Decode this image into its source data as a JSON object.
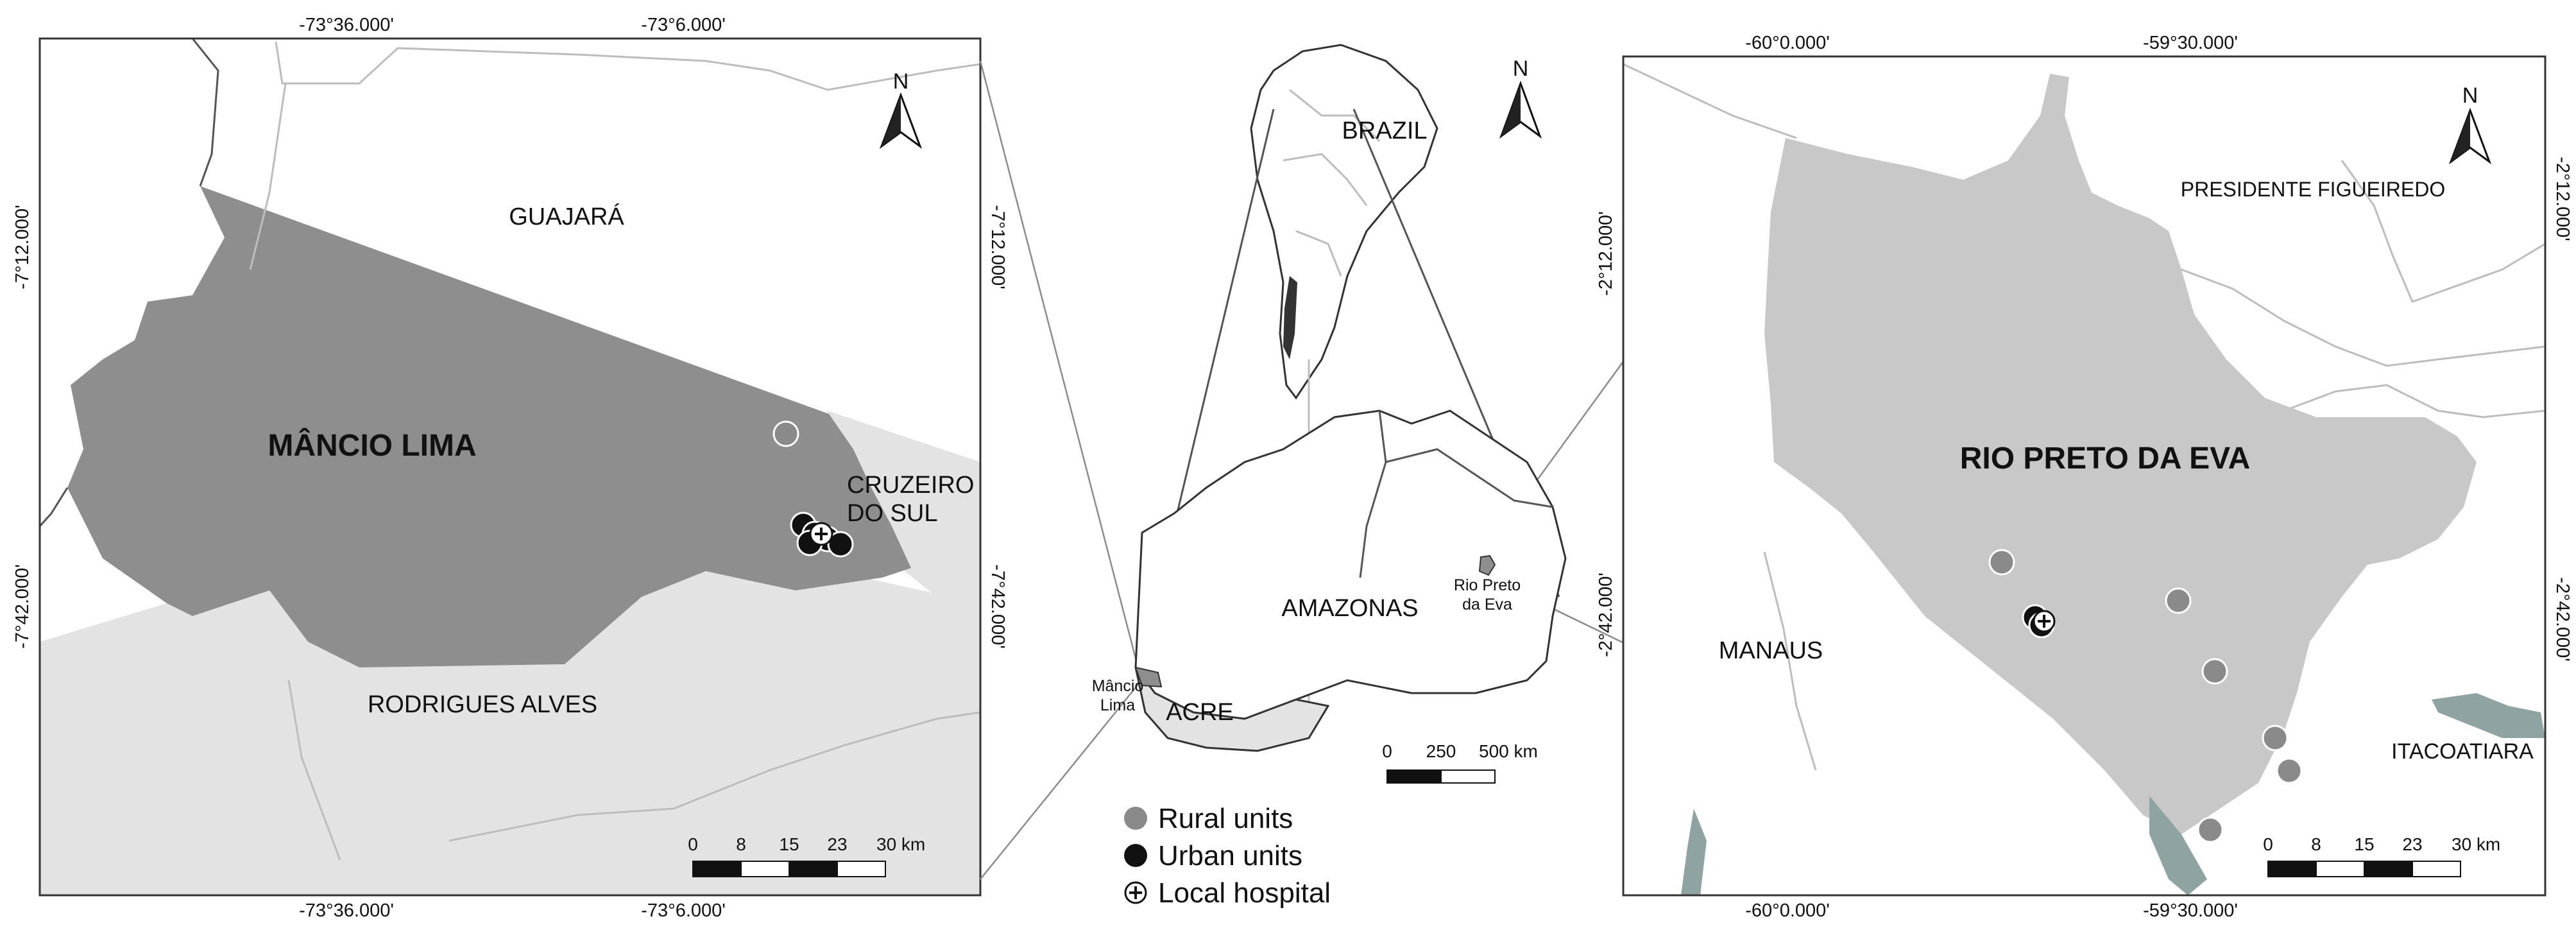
{
  "colors": {
    "municipality_fill": "#8e8e8e",
    "neighbor_fill": "#e3e3e3",
    "region_fill": "#c8c8c8",
    "rural_unit": "#8a8a8a",
    "urban_unit": "#111111",
    "hospital_fill": "#ffffff"
  },
  "left_map": {
    "coords_top": [
      "-73°36.000'",
      "-73°6.000'"
    ],
    "coords_bottom": [
      "-73°36.000'",
      "-73°6.000'"
    ],
    "coords_left": [
      "-7°12.000'",
      "-7°42.000'"
    ],
    "coords_right": [
      "-7°12.000'",
      "-7°42.000'"
    ],
    "labels": {
      "main": "MÂNCIO LIMA",
      "north_neighbor": "GUAJARÁ",
      "east_neighbor_line1": "CRUZEIRO",
      "east_neighbor_line2": "DO SUL",
      "south_neighbor": "RODRIGUES ALVES"
    },
    "north": "N",
    "scale": {
      "ticks": [
        "0",
        "8",
        "15",
        "23",
        "30 km"
      ]
    }
  },
  "center_map": {
    "labels": {
      "country": "BRAZIL",
      "state_am": "AMAZONAS",
      "state_ac": "ACRE",
      "mun1_line1": "Mâncio",
      "mun1_line2": "Lima",
      "mun2_line1": "Rio Preto",
      "mun2_line2": "da Eva"
    },
    "north": "N",
    "scale": {
      "ticks": [
        "0",
        "250",
        "500 km"
      ]
    }
  },
  "right_map": {
    "coords_top": [
      "-60°0.000'",
      "-59°30.000'"
    ],
    "coords_bottom": [
      "-60°0.000'",
      "-59°30.000'"
    ],
    "coords_left": [
      "-2°12.000'",
      "-2°42.000'"
    ],
    "coords_right": [
      "-2°12.000'",
      "-2°42.000'"
    ],
    "labels": {
      "main": "RIO PRETO DA EVA",
      "north_neighbor": "PRESIDENTE FIGUEIREDO",
      "west_neighbor": "MANAUS",
      "east_neighbor": "ITACOATIARA"
    },
    "north": "N",
    "scale": {
      "ticks": [
        "0",
        "8",
        "15",
        "23",
        "30 km"
      ]
    }
  },
  "legend": {
    "items": [
      {
        "key": "rural",
        "label": "Rural units"
      },
      {
        "key": "urban",
        "label": "Urban units"
      },
      {
        "key": "hospital",
        "label": "Local hospital"
      }
    ]
  }
}
